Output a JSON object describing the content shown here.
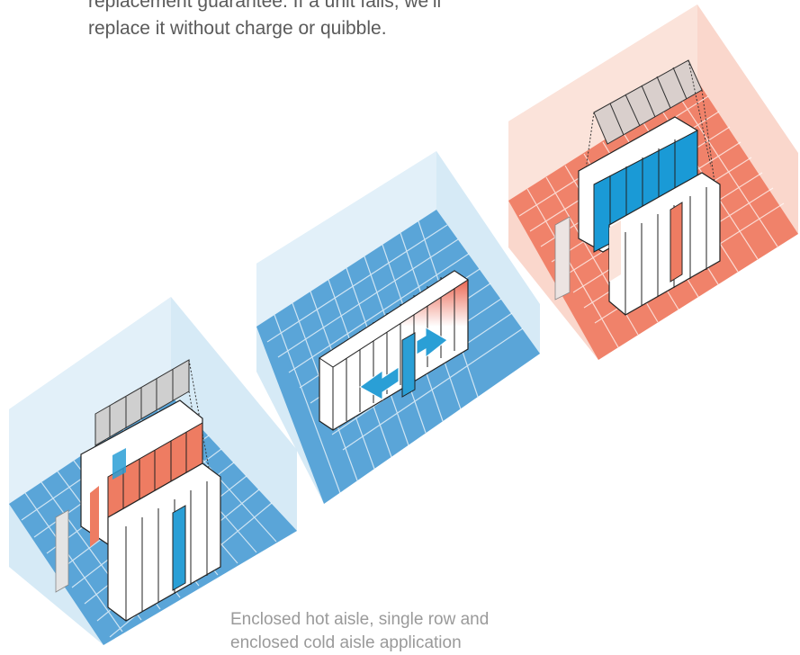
{
  "intro_text": {
    "line1": "replacement guarantee. If a unit fails, we’ll",
    "line2": "replace it without charge or quibble."
  },
  "caption": {
    "line1": "Enclosed hot aisle, single row and",
    "line2": "enclosed cold aisle application"
  },
  "colors": {
    "cold_floor": "#5aa5d8",
    "cold_wall": "#c9e3f3",
    "hot_floor": "#f0826a",
    "hot_wall": "#f9d3c6",
    "cold_accent": "#2a9fd6",
    "hot_accent": "#ee7c62",
    "outline": "#222222",
    "roof_grey": "#d2d2d2"
  },
  "figures": [
    {
      "name": "enclosed-hot-aisle",
      "theme": "cold",
      "aisle": "hot"
    },
    {
      "name": "single-row",
      "theme": "cold",
      "aisle": "none"
    },
    {
      "name": "enclosed-cold-aisle",
      "theme": "hot",
      "aisle": "cold"
    }
  ]
}
